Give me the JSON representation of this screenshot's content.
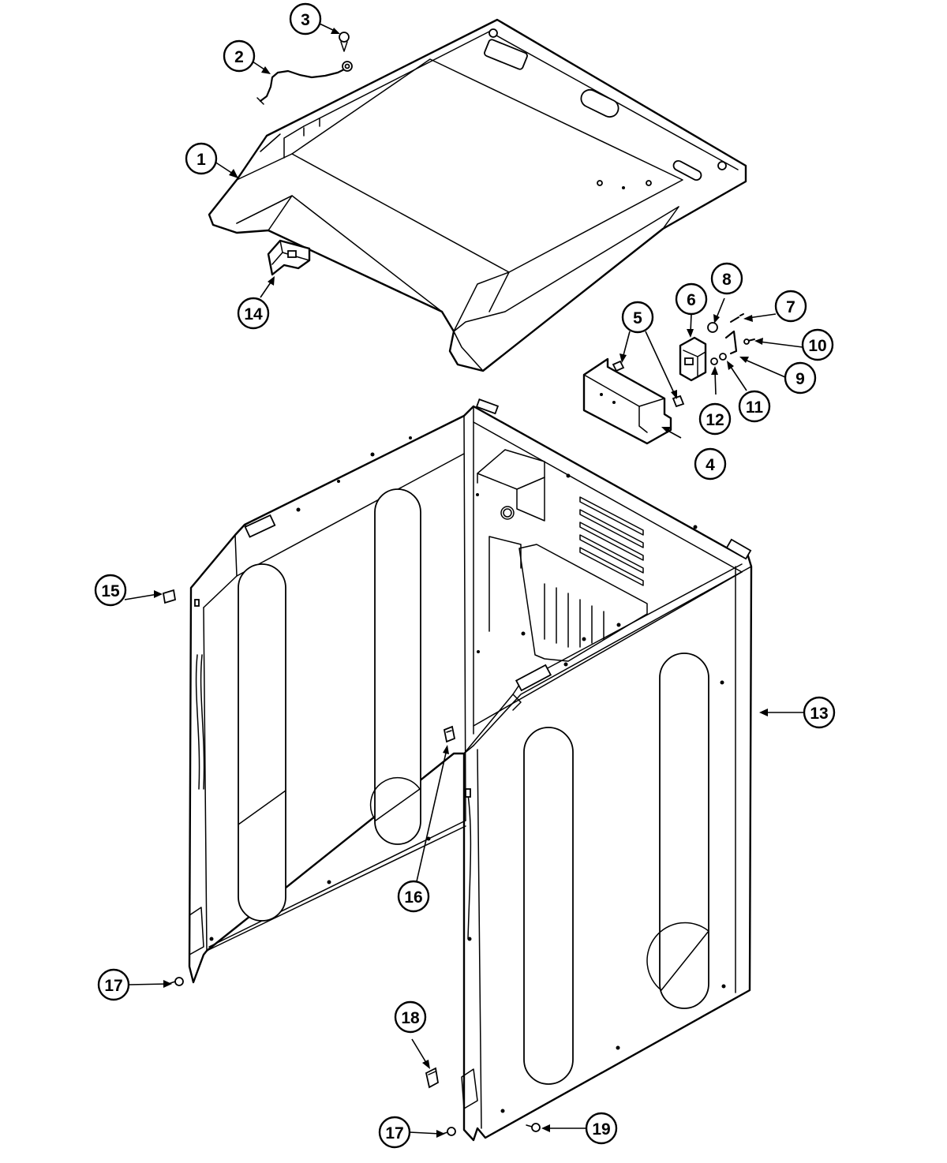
{
  "colors": {
    "line": "#000000",
    "background": "#ffffff"
  },
  "callouts": [
    {
      "label": "1"
    },
    {
      "label": "2"
    },
    {
      "label": "3"
    },
    {
      "label": "4"
    },
    {
      "label": "5"
    },
    {
      "label": "6"
    },
    {
      "label": "7"
    },
    {
      "label": "8"
    },
    {
      "label": "9"
    },
    {
      "label": "10"
    },
    {
      "label": "11"
    },
    {
      "label": "12"
    },
    {
      "label": "13"
    },
    {
      "label": "14"
    },
    {
      "label": "15"
    },
    {
      "label": "16"
    },
    {
      "label": "17"
    },
    {
      "label": "17"
    },
    {
      "label": "18"
    },
    {
      "label": "19"
    }
  ]
}
